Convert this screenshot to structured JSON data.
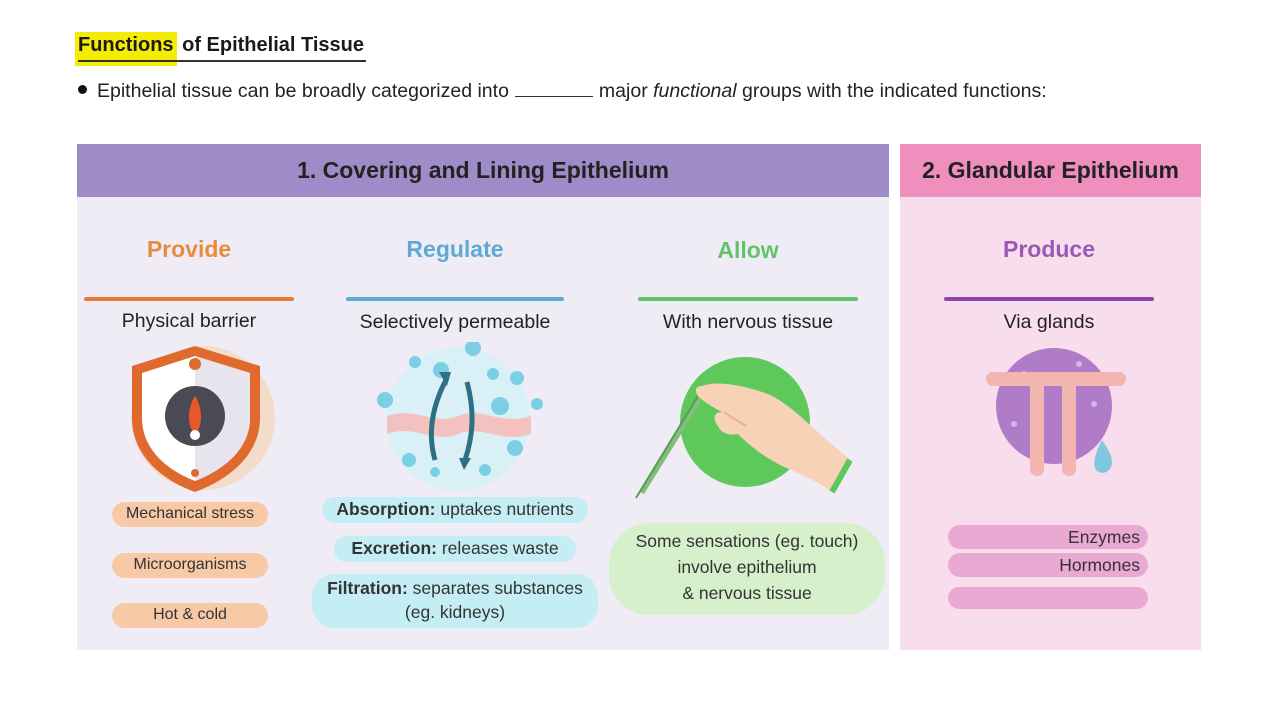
{
  "header": {
    "title_part1": "Functions",
    "title_part2": " of Epithelial Tissue",
    "bullet_before": "Epithelial tissue can be broadly categorized into",
    "bullet_italic": "functional",
    "bullet_mid": "major ",
    "bullet_after": " groups with the indicated functions:"
  },
  "covering": {
    "heading": "1.  Covering and Lining Epithelium",
    "provide": {
      "title": "Provide",
      "subtitle": "Physical barrier",
      "items": [
        "Mechanical stress",
        "Microorganisms",
        "Hot & cold"
      ]
    },
    "regulate": {
      "title": "Regulate",
      "subtitle": "Selectively permeable",
      "items": [
        {
          "bold": "Absorption:",
          "text": " uptakes nutrients"
        },
        {
          "bold": "Excretion:",
          "text": " releases waste"
        },
        {
          "bold": "Filtration:",
          "text": " separates substances",
          "line2": "(eg. kidneys)"
        }
      ]
    },
    "allow": {
      "title": "Allow",
      "subtitle": "With nervous tissue",
      "lines": [
        "Some sensations (eg. touch)",
        "involve epithelium",
        "& nervous tissue"
      ]
    }
  },
  "glandular": {
    "heading": "2. Glandular Epithelium",
    "produce": {
      "title": "Produce",
      "subtitle": "Via glands",
      "items": [
        "Enzymes",
        "Hormones"
      ]
    }
  },
  "colors": {
    "provide": "#ea8a3c",
    "regulate": "#5fa9d6",
    "allow": "#62c36a",
    "produce": "#9b59b6"
  },
  "icons": [
    "shield-icon",
    "permeable-membrane-icon",
    "touch-hand-icon",
    "gland-icon"
  ]
}
